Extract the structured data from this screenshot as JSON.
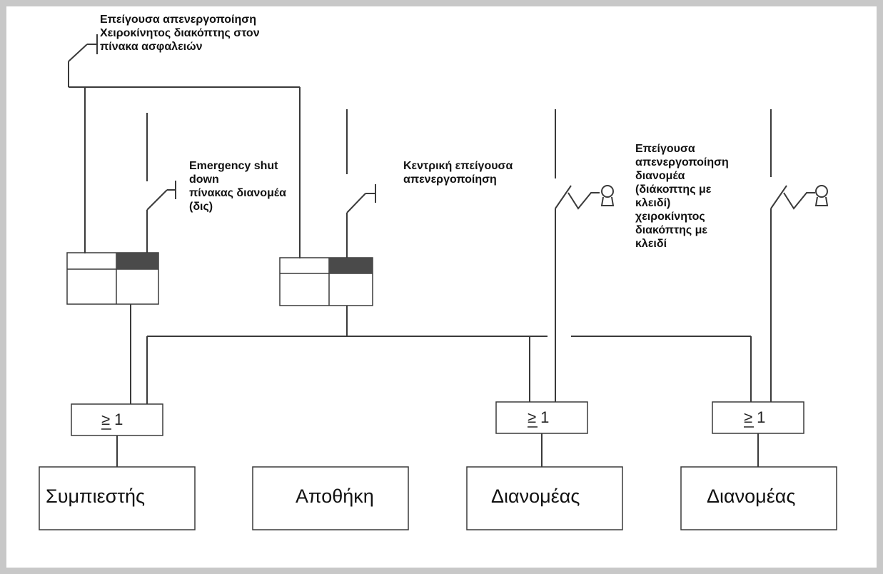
{
  "annotations": {
    "manual_switch_fuse_panel": "Επείγουσα απενεργοποίηση\nΧειροκίνητος διακόπτης στον\nπίνακα ασφαλειών",
    "emergency_shutdown_dispenser_panel": "Emergency shut\n down\nπίνακας διανομέα\n(δις)",
    "central_emergency_shutdown": "Κεντρική επείγουσα\nαπενεργοποίηση",
    "dispenser_key_switch": "Επείγουσα\nαπενεργοποίηση\nδιανομέα\n(διάκοπτης με\nκλειδί)\nχειροκίνητος\nδιακόπτης με\nκλειδί"
  },
  "or_gates": [
    {
      "label": "≥ 1"
    },
    {
      "label": "≥ 1"
    },
    {
      "label": "≥ 1"
    }
  ],
  "blocks": [
    {
      "label": "Συμπιεστής"
    },
    {
      "label": "Αποθήκη"
    },
    {
      "label": "Διανομέας"
    },
    {
      "label": "Διανομέας"
    }
  ],
  "colors": {
    "line": "#3a3a3a",
    "relay_fill": "#4a4a4a",
    "frame": "#c8c8c8"
  }
}
